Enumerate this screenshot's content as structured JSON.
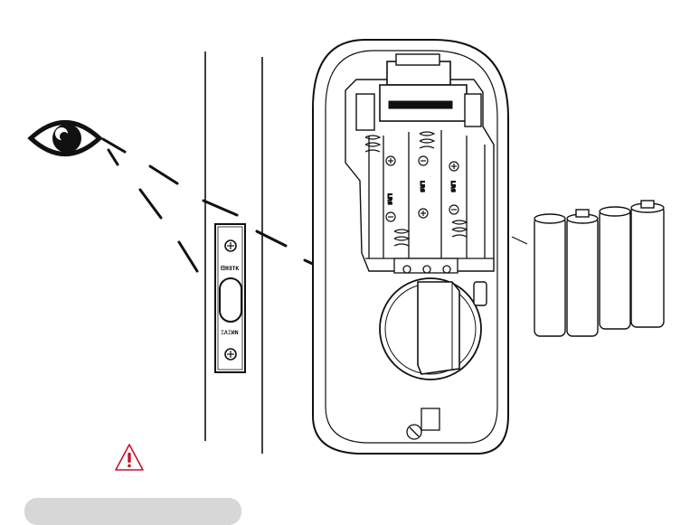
{
  "figure": {
    "strike_plate_label_top": "ᗺЯƎTK",
    "strike_plate_label_bottom": "ΞΛΞИΝ",
    "battery_label": "LR6",
    "battery_count": 4,
    "colors": {
      "line": "#111111",
      "warning_red": "#c8102e",
      "bar_gray": "#d7d7d7",
      "eye": "#111111"
    }
  }
}
